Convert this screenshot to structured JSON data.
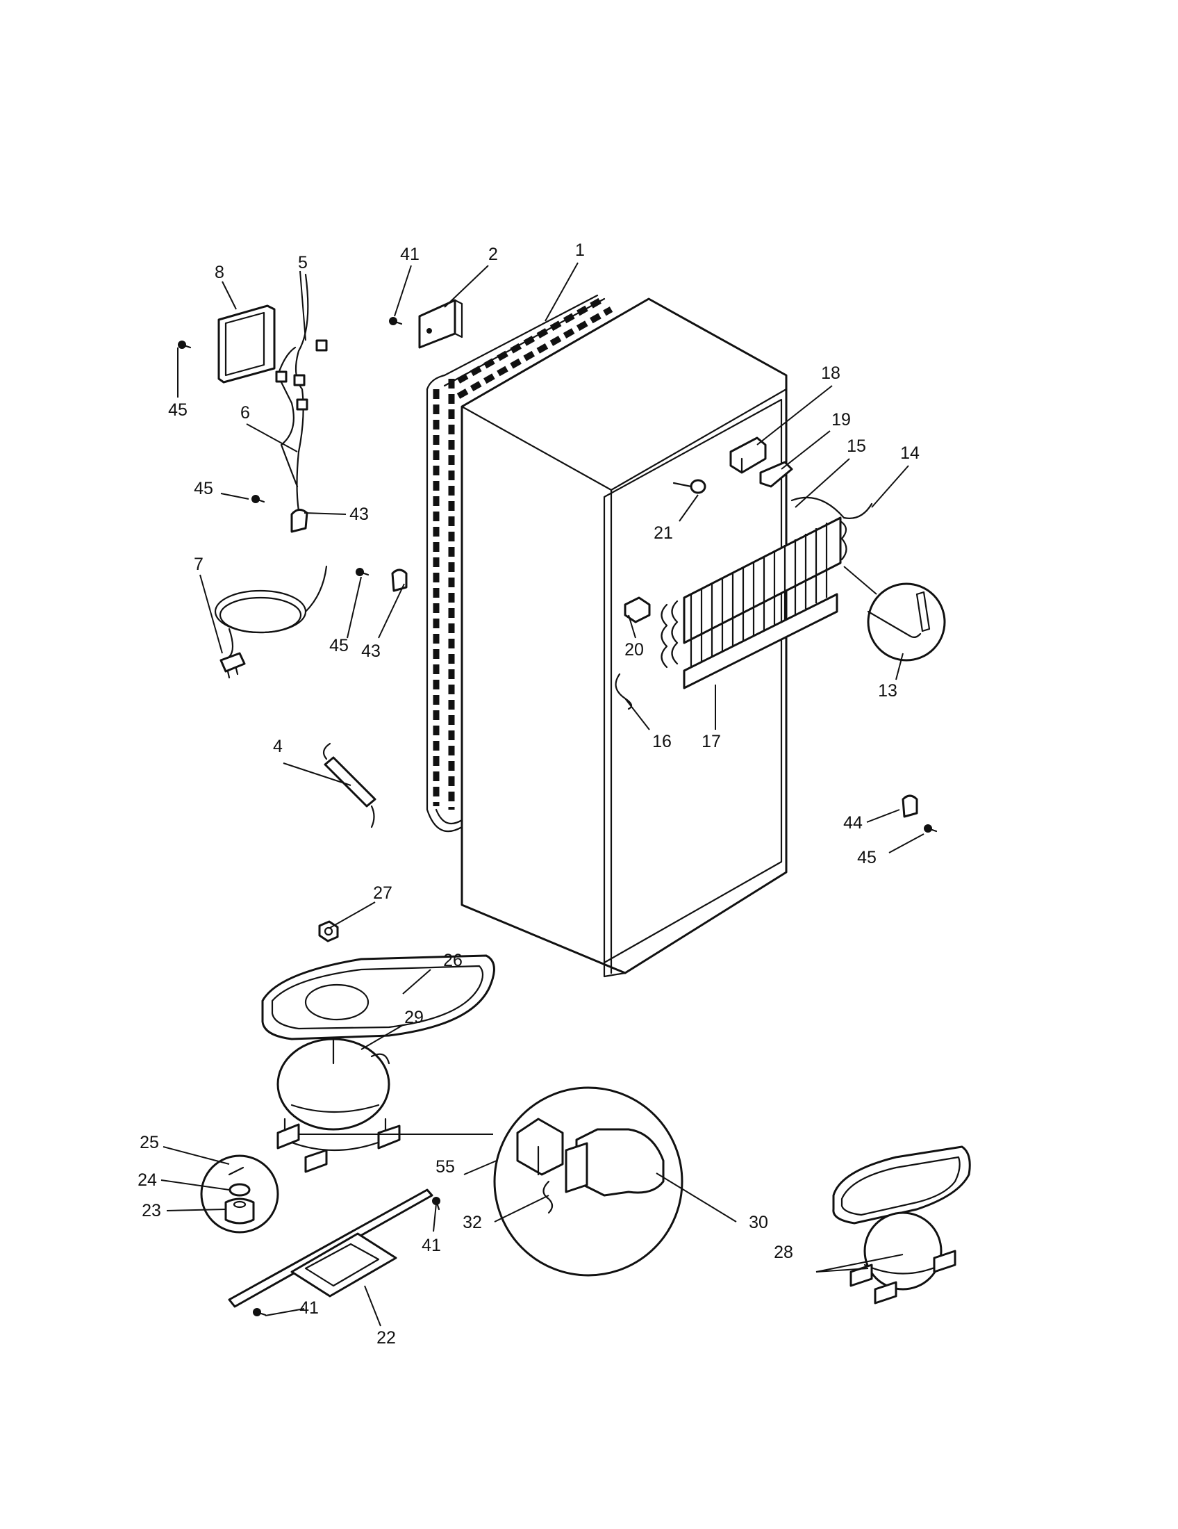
{
  "callouts": [
    {
      "id": "c1",
      "label": "1"
    },
    {
      "id": "c2",
      "label": "2"
    },
    {
      "id": "c4",
      "label": "4"
    },
    {
      "id": "c5",
      "label": "5"
    },
    {
      "id": "c6",
      "label": "6"
    },
    {
      "id": "c7",
      "label": "7"
    },
    {
      "id": "c8",
      "label": "8"
    },
    {
      "id": "c13",
      "label": "13"
    },
    {
      "id": "c14",
      "label": "14"
    },
    {
      "id": "c15",
      "label": "15"
    },
    {
      "id": "c16",
      "label": "16"
    },
    {
      "id": "c17",
      "label": "17"
    },
    {
      "id": "c18",
      "label": "18"
    },
    {
      "id": "c19",
      "label": "19"
    },
    {
      "id": "c20",
      "label": "20"
    },
    {
      "id": "c21",
      "label": "21"
    },
    {
      "id": "c22",
      "label": "22"
    },
    {
      "id": "c23",
      "label": "23"
    },
    {
      "id": "c24",
      "label": "24"
    },
    {
      "id": "c25",
      "label": "25"
    },
    {
      "id": "c26",
      "label": "26"
    },
    {
      "id": "c27",
      "label": "27"
    },
    {
      "id": "c28",
      "label": "28"
    },
    {
      "id": "c29",
      "label": "29"
    },
    {
      "id": "c30",
      "label": "30"
    },
    {
      "id": "c32",
      "label": "32"
    },
    {
      "id": "c41a",
      "label": "41"
    },
    {
      "id": "c41b",
      "label": "41"
    },
    {
      "id": "c41c",
      "label": "41"
    },
    {
      "id": "c43a",
      "label": "43"
    },
    {
      "id": "c43b",
      "label": "43"
    },
    {
      "id": "c44",
      "label": "44"
    },
    {
      "id": "c45a",
      "label": "45"
    },
    {
      "id": "c45b",
      "label": "45"
    },
    {
      "id": "c45c",
      "label": "45"
    },
    {
      "id": "c45d",
      "label": "45"
    },
    {
      "id": "c55",
      "label": "55"
    }
  ]
}
